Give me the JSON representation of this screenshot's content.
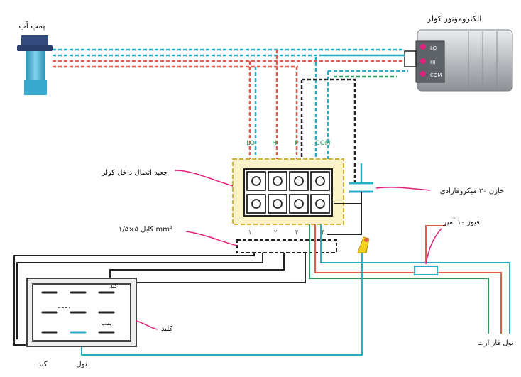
{
  "labels": {
    "pump": "پمپ آب",
    "motor": "الکتروموتور کولر",
    "junction_box": "جعبه اتصال داخل کولر",
    "capacitor": "خازن ۳۰ میکروفارادی",
    "cable": "کابل ۵×۱/۵ mm²",
    "fuse": "فیوز ۱۰ آمپر",
    "switch": "کلید",
    "terminals_top": [
      "LO",
      "HI",
      "P",
      "COM"
    ],
    "terminal_nums": [
      "۱",
      "۲",
      "۳",
      "۴"
    ],
    "motor_terms": [
      "LO",
      "HI",
      "COM"
    ],
    "switch_top": "کند",
    "switch_mid": "پمپ",
    "bottom_left": "کند",
    "bottom_mid": "نول",
    "supply": "نول  فاز  ارت"
  },
  "colors": {
    "wire_red": "#e25a4a",
    "wire_cyan": "#28aec6",
    "wire_green": "#2f9a62",
    "wire_black": "#222222",
    "box_fill": "#fbf3c8",
    "box_border": "#d4b32c",
    "accent_magenta": "#e0207a",
    "pump_blue": "#4fb6d8",
    "motor_body": "#c7cacd"
  },
  "icons": [
    "pump-icon",
    "motor-icon",
    "capacitor-icon",
    "fuse-icon",
    "switch-icon",
    "tester-icon"
  ]
}
